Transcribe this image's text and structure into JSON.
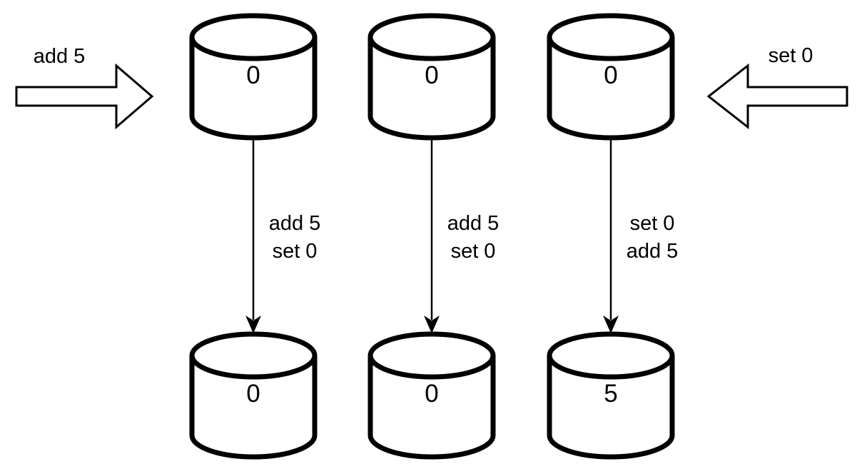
{
  "diagram": {
    "background_color": "#ffffff",
    "line_color": "#000000",
    "fill_color": "#ffffff",
    "input_arrow": {
      "label": "add 5",
      "direction": "right"
    },
    "output_arrow": {
      "label": "set 0",
      "direction": "left"
    },
    "replicas": [
      {
        "top_value": "0",
        "op1": "add 5",
        "op2": "set 0",
        "bottom_value": "0"
      },
      {
        "top_value": "0",
        "op1": "add 5",
        "op2": "set 0",
        "bottom_value": "0"
      },
      {
        "top_value": "0",
        "op1": "set 0",
        "op2": "add 5",
        "bottom_value": "5"
      }
    ]
  }
}
